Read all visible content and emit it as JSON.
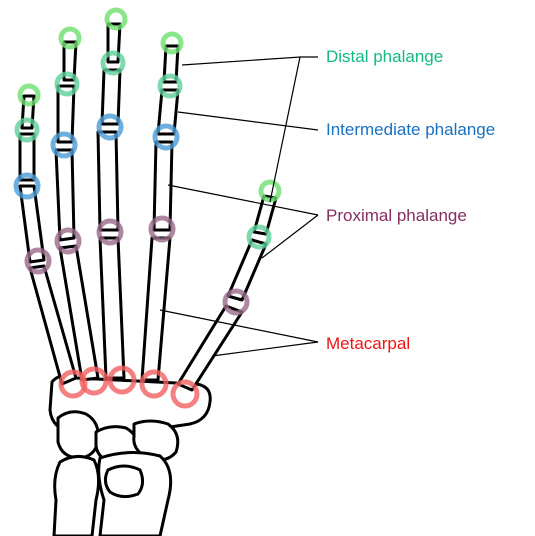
{
  "labels": {
    "distal": {
      "text": "Distal phalange",
      "color": "#12b886"
    },
    "intermediate": {
      "text": "Intermediate phalange",
      "color": "#1971c2"
    },
    "proximal": {
      "text": "Proximal phalange",
      "color": "#862e60"
    },
    "metacarpal": {
      "text": "Metacarpal",
      "color": "#f01414"
    }
  },
  "ring_colors": {
    "fingertip": "#6ee06e",
    "distal_joint": "#5fcf9a",
    "intermediate_joint": "#4a9bd6",
    "proximal_joint": "#9a6a88",
    "metacarpal_joint": "#f26060"
  }
}
